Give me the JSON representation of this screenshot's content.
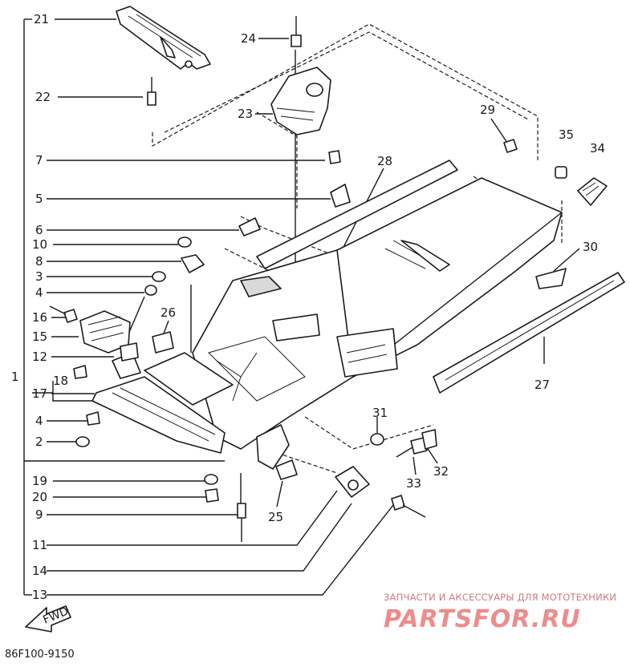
{
  "callouts": {
    "c1": "1",
    "c2": "2",
    "c3": "3",
    "c4a": "4",
    "c4b": "4",
    "c5": "5",
    "c6": "6",
    "c7": "7",
    "c8": "8",
    "c9": "9",
    "c10": "10",
    "c11": "11",
    "c12": "12",
    "c13": "13",
    "c14": "14",
    "c15": "15",
    "c16": "16",
    "c17": "17",
    "c18": "18",
    "c19": "19",
    "c20": "20",
    "c21": "21",
    "c22": "22",
    "c23": "23",
    "c24": "24",
    "c25": "25",
    "c26": "26",
    "c27": "27",
    "c28": "28",
    "c29": "29",
    "c30": "30",
    "c31": "31",
    "c32": "32",
    "c33": "33",
    "c34": "34",
    "c35": "35"
  },
  "watermark": {
    "tagline": "ЗАПЧАСТИ И АКСЕССУАРЫ ДЛЯ МОТОТЕХНИКИ",
    "brand": "PARTSFOR.RU"
  },
  "find_badge": "FWD",
  "diagram_code": "86F100-9150"
}
